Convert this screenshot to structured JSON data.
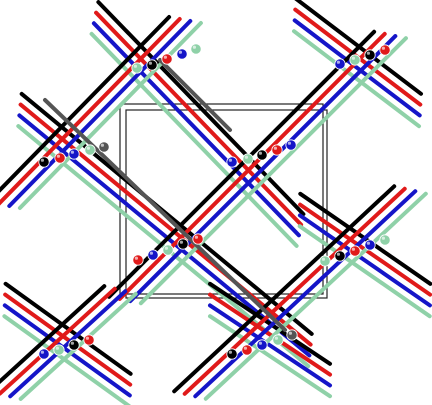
{
  "colors": {
    "black": "#000000",
    "red": "#e01a1a",
    "blue": "#1515c8",
    "green": "#8fd1a8",
    "gray": "#555555",
    "box": "#222222",
    "background": "#ffffff"
  },
  "diagram": {
    "description_visible_text": "",
    "unit_cell": {
      "frames": 2,
      "color_key": "box"
    },
    "colors_in_order": [
      "black",
      "red",
      "blue",
      "green"
    ],
    "upward_strand_families": 2,
    "downward_strand_families": 2
  }
}
